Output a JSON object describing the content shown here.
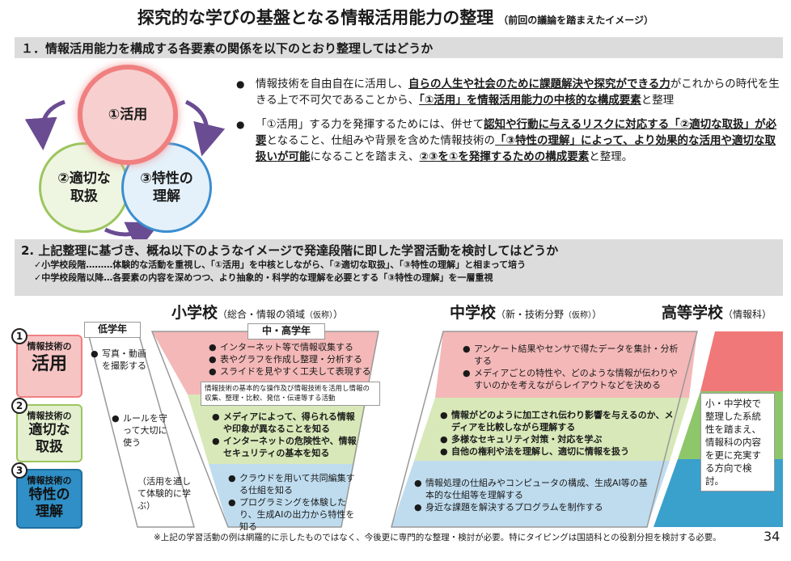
{
  "title": {
    "main": "探究的な学びの基盤となる情報活用能力の整理",
    "sub": "（前回の議論を踏まえたイメージ）"
  },
  "section1": {
    "heading": "１．情報活用能力を構成する各要素の関係を以下のとおり整理してはどうか"
  },
  "circles": {
    "c1": "①活用",
    "c2_line1": "②適切な",
    "c2_line2": "取扱",
    "c3_line1": "③特性の",
    "c3_line2": "理解"
  },
  "bullets": {
    "b1": {
      "p1": "情報技術を自由自在に活用し、",
      "p2": "自らの人生や社会のために課題解決や探究ができる力",
      "p3": "がこれからの時代を生きる上で不可欠であることから、",
      "p4": "「①活用」を情報活用能力の中核的な構成要素",
      "p5": "と整理"
    },
    "b2": {
      "p1": "「①活用」する力を発揮するためには、併せて",
      "p2": "認知や行動に与えるリスクに対応する「②適切な取扱」が必要",
      "p3": "となること、仕組みや背景を含めた情報技術の",
      "p4": "「③特性の理解」によって、より効果的な活用や適切な取扱いが可能",
      "p5": "になることを踏まえ、",
      "p6": "②③を①を発揮するための構成要素",
      "p7": "と整理。"
    }
  },
  "section2": {
    "heading": "2.  上記整理に基づき、概ね以下のようなイメージで発達段階に即した学習活動を検討してはどうか",
    "sub1": "✓小学校段階………体験的な活動を重視し、「①活用」を中核としながら、「②適切な取扱」、「③特性の理解」と相まって培う",
    "sub2": "✓中学校段階以降…各要素の内容を深めつつ、より抽象的・科学的な理解を必要とする「③特性の理解」を一層重視"
  },
  "columns": {
    "elementary": {
      "name": "小学校",
      "detail": "（総合・情報の領域",
      "kasho": "（仮称）",
      "close": "）"
    },
    "junior": {
      "name": "中学校",
      "detail": "（新・技術分野",
      "kasho": "（仮称）",
      "close": "）"
    },
    "high": {
      "name": "高等学校",
      "detail": "（情報科）"
    }
  },
  "left_labels": {
    "l1": {
      "num": "1",
      "small": "情報技術の",
      "big": "活用"
    },
    "l2": {
      "num": "2",
      "small": "情報技術の",
      "big1": "適切な",
      "big2": "取扱"
    },
    "l3": {
      "num": "3",
      "small": "情報技術の",
      "big1": "特性の",
      "big2": "理解"
    }
  },
  "lower_grade": {
    "tab": "低学年",
    "t1": "写真・動画を撮影する",
    "t2": "ルールを守って大切に使う",
    "t3": "（活用を通して体験的に学ぶ）"
  },
  "middle_upper": {
    "tab": "中・高学年",
    "a1": "インターネット等で情報収集する",
    "a2": "表やグラフを作成し整理・分析する",
    "a3": "スライドを見やすく工夫して表現する",
    "box": "情報技術の基本的な操作及び情報技術を活用し情報の収集、整理・比較、発信・伝達等する活動",
    "b1": "メディアによって、得られる情報や印象が異なることを知る",
    "b2": "インターネットの危険性や、情報セキュリティの基本を知る",
    "c1": "クラウドを用いて共同編集する仕組を知る",
    "c2": "プログラミングを体験したり、生成AIの出力から特性を知る"
  },
  "junior_items": {
    "a1": "アンケート結果やセンサで得たデータを集計・分析する",
    "a2": "メディアごとの特性や、どのような情報が伝わりやすいのかを考えながらレイアウトなどを決める",
    "b1": "情報がどのように加工され伝わり影響を与えるのか、メディアを比較しながら理解する",
    "b2": "多様なセキュリティ対策・対応を学ぶ",
    "b3": "自他の権利や法を理解し、適切に情報を扱う",
    "c1": "情報処理の仕組みやコンピュータの構成、生成AI等の基本的な仕組等を理解する",
    "c2": "身近な課題を解決するプログラムを制作する"
  },
  "high_items": {
    "text": "小・中学校で整理した系統性を踏まえ、情報科の内容を更に充実する方向で検討。"
  },
  "footer": {
    "note": "※上記の学習活動の例は網羅的に示したものではなく、今後更に専門的な整理・検討が必要。特にタイピングは国語科との役割分担を検討する必要。",
    "page": "34"
  },
  "colors": {
    "pink": "#f4b8b8",
    "green": "#d8e8b8",
    "blue": "#bfdcef",
    "accent_red": "#f08080"
  }
}
